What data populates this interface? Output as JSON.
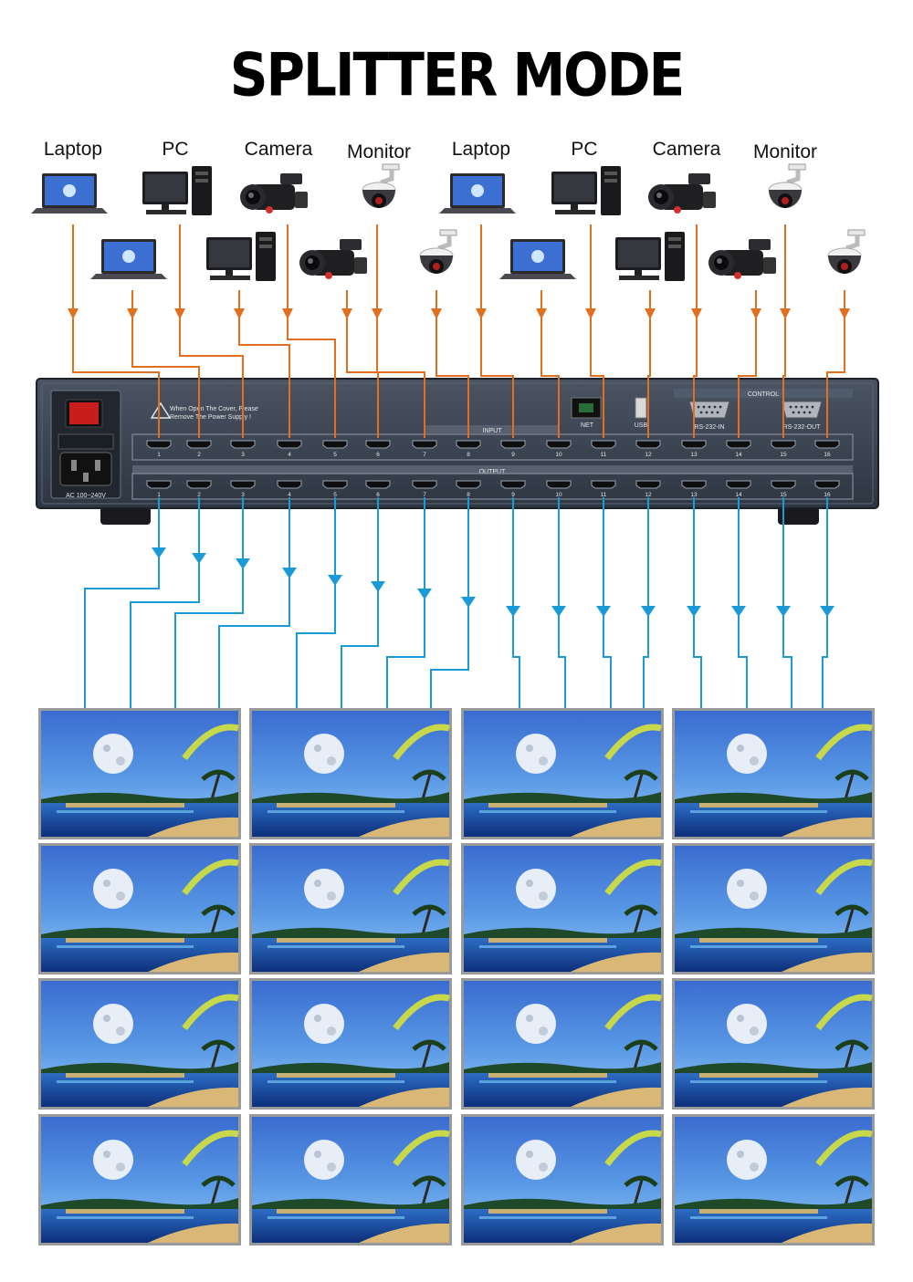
{
  "title": "SPLITTER MODE",
  "sources": [
    {
      "label": "Laptop",
      "icon": "laptop-icon"
    },
    {
      "label": "",
      "icon": "laptop-icon"
    },
    {
      "label": "PC",
      "icon": "pc-icon"
    },
    {
      "label": "",
      "icon": "pc-icon"
    },
    {
      "label": "Camera",
      "icon": "camera-icon"
    },
    {
      "label": "",
      "icon": "camera-icon"
    },
    {
      "label": "Monitor",
      "icon": "dome-camera-icon"
    },
    {
      "label": "",
      "icon": "dome-camera-icon"
    },
    {
      "label": "Laptop",
      "icon": "laptop-icon"
    },
    {
      "label": "",
      "icon": "laptop-icon"
    },
    {
      "label": "PC",
      "icon": "pc-icon"
    },
    {
      "label": "",
      "icon": "pc-icon"
    },
    {
      "label": "Camera",
      "icon": "camera-icon"
    },
    {
      "label": "",
      "icon": "camera-icon"
    },
    {
      "label": "Monitor",
      "icon": "dome-camera-icon"
    },
    {
      "label": "",
      "icon": "dome-camera-icon"
    }
  ],
  "device": {
    "warning_line1": "When Open The Cover, Please",
    "warning_line2": "Remove The Power Supply !",
    "power_label": "AC 100~240V",
    "input_label": "INPUT",
    "output_label": "OUTPUT",
    "control_label": "CONTROL",
    "net_label": "NET",
    "usb_label": "USB",
    "rs232_in_label": "RS-232-IN",
    "rs232_out_label": "RS-232-OUT",
    "port_numbers": [
      "1",
      "2",
      "3",
      "4",
      "5",
      "6",
      "7",
      "8",
      "9",
      "10",
      "11",
      "12",
      "13",
      "14",
      "15",
      "16"
    ]
  },
  "colors": {
    "input_line": "#e07020",
    "output_line": "#1a9ad6",
    "device_body": "#3a4350",
    "screen_sky": "#2a4fa8"
  },
  "display_grid": {
    "rows": 4,
    "cols": 4
  }
}
